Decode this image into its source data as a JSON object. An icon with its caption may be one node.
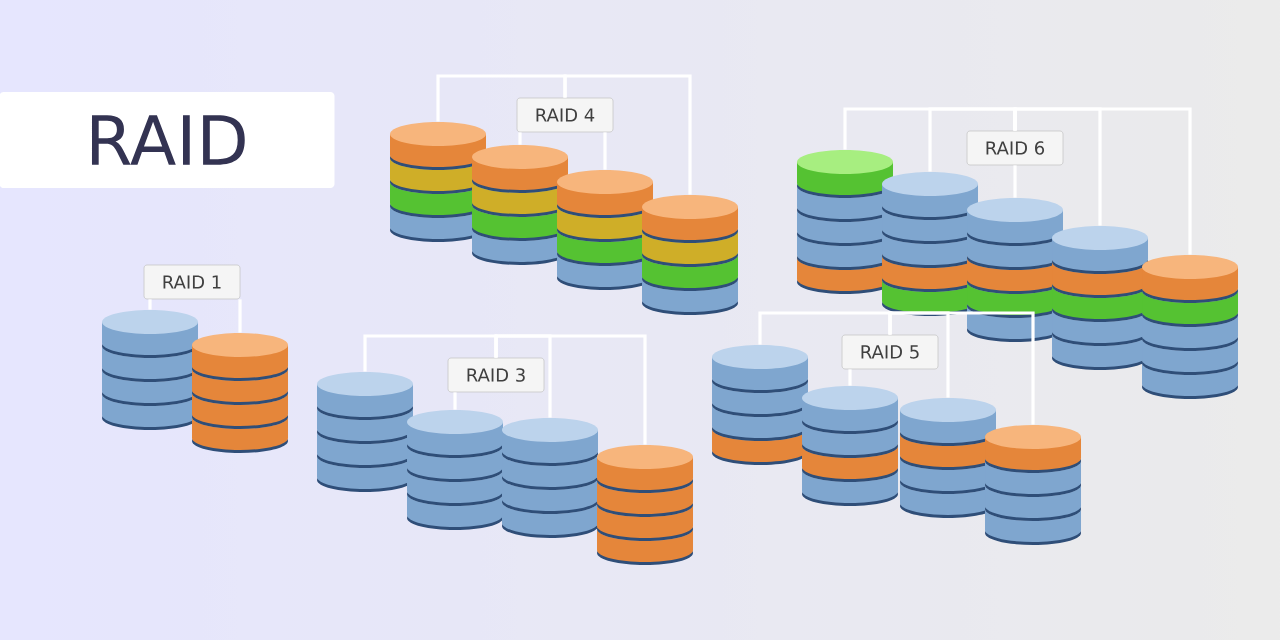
{
  "diagram": {
    "title": "RAID",
    "nodes": [
      {
        "text": [
          "RAID 4"
        ]
      },
      {
        "text": [],
        "shape": "cylinder"
      },
      {
        "text": [],
        "shape": "cylinder"
      },
      {
        "text": [],
        "shape": "cylinder"
      },
      {
        "text": [],
        "shape": "cylinder"
      },
      {
        "text": [
          "RAID 6"
        ]
      },
      {
        "text": [],
        "shape": "cylinder"
      },
      {
        "text": [],
        "shape": "cylinder"
      },
      {
        "text": [],
        "shape": "cylinder"
      },
      {
        "text": [],
        "shape": "cylinder"
      },
      {
        "text": [],
        "shape": "cylinder"
      },
      {
        "text": [
          "RAID 1"
        ]
      },
      {
        "text": [],
        "shape": "cylinder"
      },
      {
        "text": [],
        "shape": "cylinder"
      },
      {
        "text": [
          "RAID 5"
        ]
      },
      {
        "text": [],
        "shape": "cylinder"
      },
      {
        "text": [],
        "shape": "cylinder"
      },
      {
        "text": [],
        "shape": "cylinder"
      },
      {
        "text": [],
        "shape": "cylinder"
      },
      {
        "text": [
          "RAID 3"
        ]
      },
      {
        "text": [],
        "shape": "cylinder"
      },
      {
        "text": [],
        "shape": "cylinder"
      },
      {
        "text": [],
        "shape": "cylinder"
      },
      {
        "text": [],
        "shape": "cylinder"
      }
    ],
    "edges": [
      {
        "from": 0,
        "to": 1,
        "arrow": "none"
      },
      {
        "from": 0,
        "to": 2,
        "arrow": "none"
      },
      {
        "from": 0,
        "to": 3,
        "arrow": "none"
      },
      {
        "from": 0,
        "to": 4,
        "arrow": "none"
      },
      {
        "from": 5,
        "to": 6,
        "arrow": "none"
      },
      {
        "from": 5,
        "to": 7,
        "arrow": "none"
      },
      {
        "from": 5,
        "to": 8,
        "arrow": "none"
      },
      {
        "from": 5,
        "to": 9,
        "arrow": "none"
      },
      {
        "from": 5,
        "to": 10,
        "arrow": "none"
      },
      {
        "from": 11,
        "to": 12,
        "arrow": "none"
      },
      {
        "from": 11,
        "to": 13,
        "arrow": "none"
      },
      {
        "from": 14,
        "to": 15,
        "arrow": "none"
      },
      {
        "from": 14,
        "to": 16,
        "arrow": "none"
      },
      {
        "from": 14,
        "to": 17,
        "arrow": "none"
      },
      {
        "from": 14,
        "to": 18,
        "arrow": "none"
      },
      {
        "from": 19,
        "to": 20,
        "arrow": "none"
      },
      {
        "from": 19,
        "to": 21,
        "arrow": "none"
      },
      {
        "from": 19,
        "to": 22,
        "arrow": "none"
      },
      {
        "from": 19,
        "to": 23,
        "arrow": "none"
      }
    ]
  }
}
